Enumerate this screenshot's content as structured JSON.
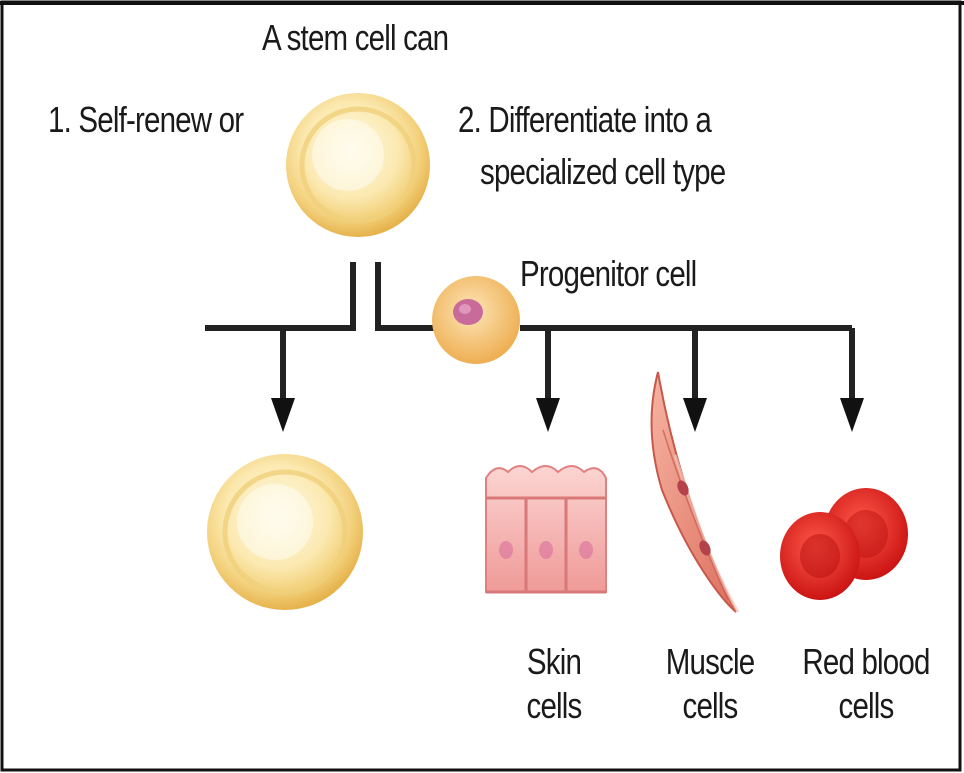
{
  "diagram": {
    "title": "A stem cell can",
    "option_self_renew": "1. Self-renew or",
    "option_differentiate_line1": "2. Differentiate into a",
    "option_differentiate_line2": "specialized cell type",
    "progenitor_label": "Progenitor cell",
    "cell_types": [
      {
        "line1": "Skin",
        "line2": "cells"
      },
      {
        "line1": "Muscle",
        "line2": "cells"
      },
      {
        "line1": "Red blood",
        "line2": "cells"
      }
    ],
    "colors": {
      "stem_cell_fill": "#f6dc94",
      "stem_cell_ring": "#e8b85a",
      "progenitor_fill": "#f3c77a",
      "progenitor_nucleus": "#c86a9a",
      "skin_fill": "#f2a8a8",
      "muscle_fill": "#e98a7c",
      "rbc_fill": "#e02020",
      "line_color": "#222222"
    }
  }
}
